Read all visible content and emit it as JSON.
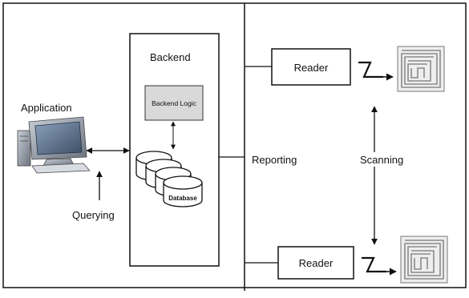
{
  "labels": {
    "application": "Application",
    "backend": "Backend",
    "backend_logic": "Backend Logic",
    "database": "Database",
    "querying": "Querying",
    "reporting": "Reporting",
    "scanning": "Scanning",
    "reader_top": "Reader",
    "reader_bottom": "Reader"
  },
  "icons": {
    "computer": "computer-icon",
    "database": "database-stack-icon",
    "tag": "rfid-tag-icon",
    "signal": "zigzag-signal-icon"
  },
  "colors": {
    "line": "#111111",
    "backend_logic_fill": "#d9d9d9",
    "tag_fill": "#eeeeee",
    "monitor_screen": "#5a6d86"
  }
}
